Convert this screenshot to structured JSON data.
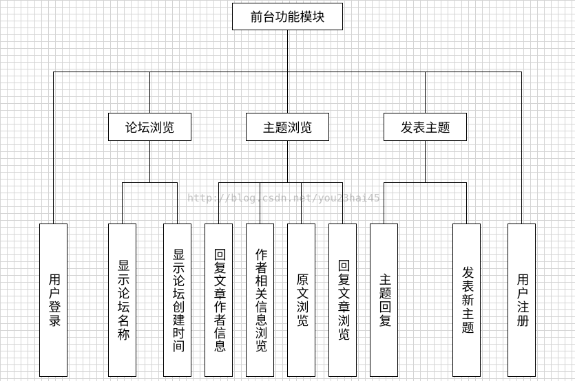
{
  "diagram": {
    "root": {
      "label": "前台功能模块"
    },
    "groups": [
      {
        "label": "论坛浏览"
      },
      {
        "label": "主题浏览"
      },
      {
        "label": "发表主题"
      }
    ],
    "leaves": [
      {
        "label": "用户登录"
      },
      {
        "label": "显示论坛名称"
      },
      {
        "label": "显示论坛创建时间"
      },
      {
        "label": "回复文章作者信息"
      },
      {
        "label": "作者相关信息浏览"
      },
      {
        "label": "原文浏览"
      },
      {
        "label": "回复文章浏览"
      },
      {
        "label": "主题回复"
      },
      {
        "label": "发表新主题"
      },
      {
        "label": "用户注册"
      }
    ]
  },
  "watermark": "http://blog.csdn.net/you23hai45"
}
